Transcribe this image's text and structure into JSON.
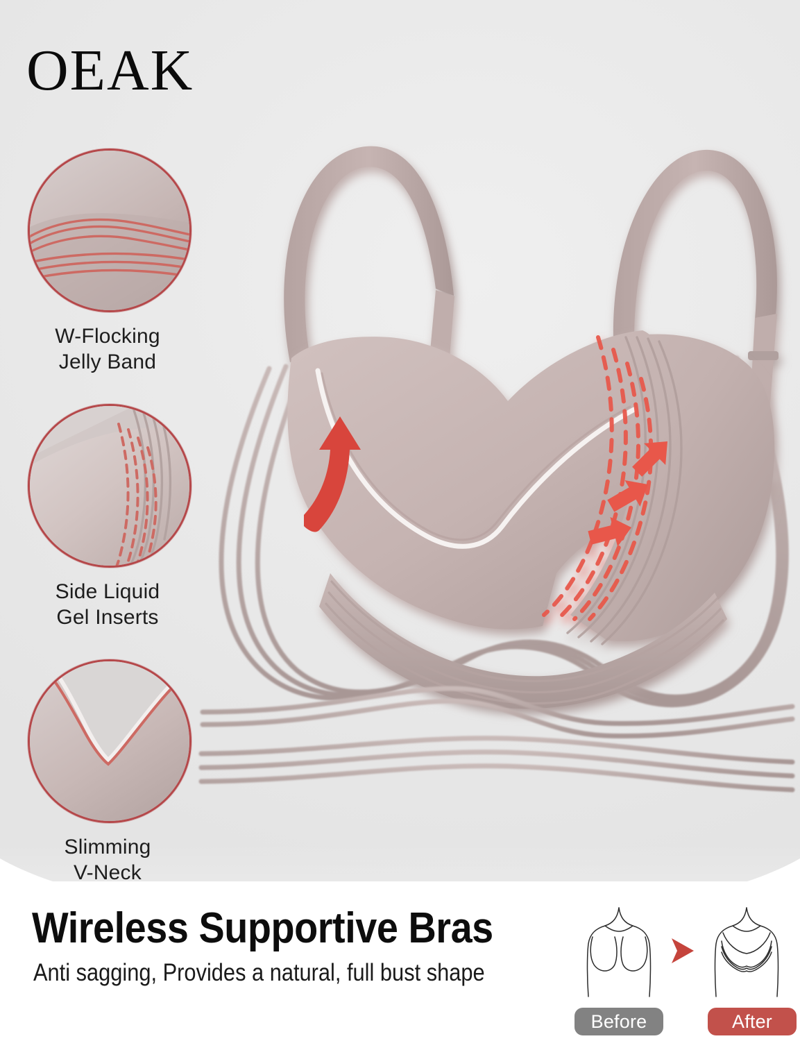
{
  "brand": {
    "logo_text": "OEAK"
  },
  "features": [
    {
      "label_line1": "W-Flocking",
      "label_line2": "Jelly Band",
      "icon": "wavy-band-circle-icon"
    },
    {
      "label_line1": "Side Liquid",
      "label_line2": "Gel Inserts",
      "icon": "side-gel-dashed-circle-icon"
    },
    {
      "label_line1": "Slimming",
      "label_line2": "V-Neck",
      "icon": "v-neck-circle-icon"
    }
  ],
  "product": {
    "alt": "wireless supportive bra in mauve taupe",
    "fabric_color": "#c3b1af",
    "accent_color": "#e8574a",
    "lift_arrow_icon": "curved-up-arrow-icon",
    "side_arrows_icon": "triple-arrow-up-left-icon",
    "wireframe_icon": "support-cradle-outline-icon"
  },
  "footer": {
    "headline": "Wireless Supportive Bras",
    "subline": "Anti sagging, Provides a natural, full bust shape"
  },
  "comparison": {
    "before_label": "Before",
    "after_label": "After",
    "before_color": "#828282",
    "after_color": "#c2514b",
    "arrow_icon": "chevron-right-arrow-icon",
    "before_figure_icon": "torso-sagging-icon",
    "after_figure_icon": "torso-with-bra-icon"
  },
  "colors": {
    "background": "#e8e8e8",
    "panel_white": "#ffffff",
    "circle_border": "#b5484a",
    "accent_red": "#e8574a",
    "text_dark": "#1a1a1a"
  }
}
